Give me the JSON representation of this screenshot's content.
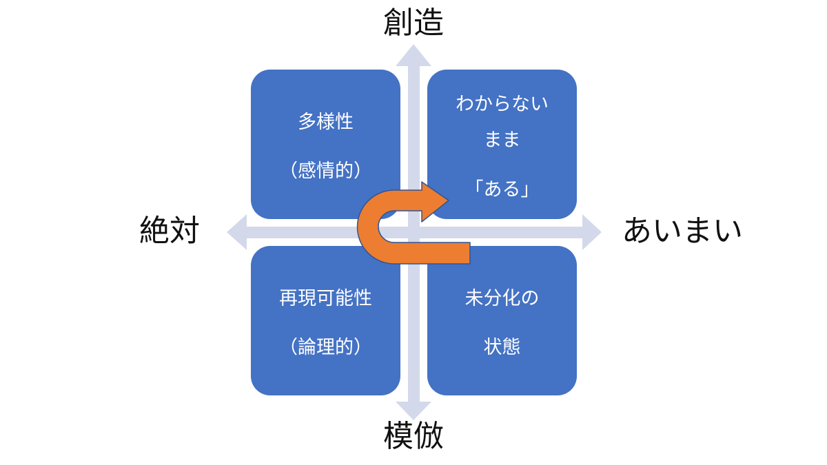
{
  "axes": {
    "top": "創造",
    "bottom": "模倣",
    "left": "絶対",
    "right": "あいまい"
  },
  "quadrants": {
    "top_left": {
      "lines": [
        "多様性",
        "（感情的）"
      ]
    },
    "top_right": {
      "lines": [
        "わからない",
        "まま",
        "「ある」"
      ]
    },
    "bottom_left": {
      "lines": [
        "再現可能性",
        "（論理的）"
      ]
    },
    "bottom_right": {
      "lines": [
        "未分化の",
        "状態"
      ]
    }
  },
  "colors": {
    "box_fill": "#4472c4",
    "axis_arrows": "#d3d9ea",
    "u_turn_arrow": "#ed7d31",
    "arrow_outline": "#2f5597",
    "text_on_box": "#ffffff",
    "axis_text": "#111111"
  },
  "icons": {
    "u_turn": "u-turn-arrow-icon"
  }
}
